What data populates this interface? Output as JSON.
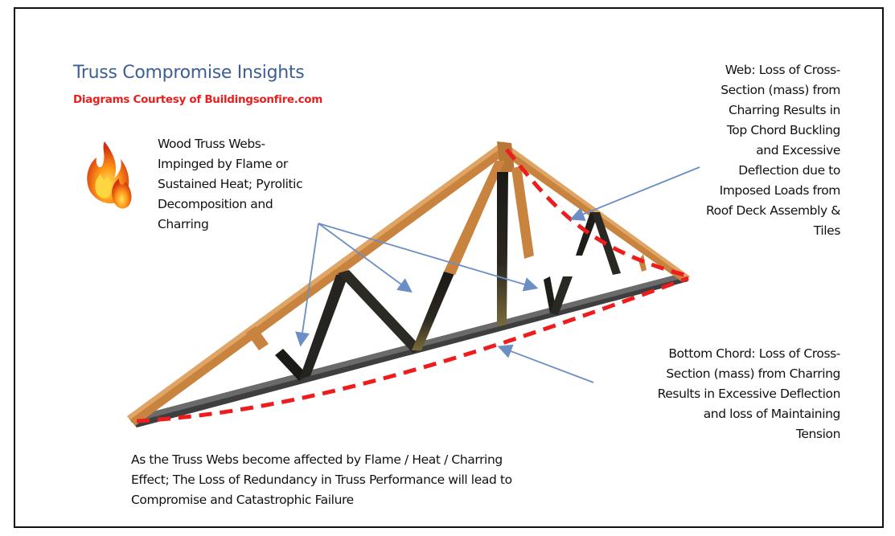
{
  "title": "Truss Compromise Insights",
  "subtitle": "Diagrams Courtesy of Buildingsonfire.com",
  "callouts": {
    "webs": {
      "lines": [
        "Wood Truss Webs-",
        "Impinged by Flame or",
        "Sustained Heat; Pyrolitic",
        "Decomposition and",
        "Charring"
      ]
    },
    "web_loss": {
      "lines": [
        "Web: Loss of Cross-",
        "Section (mass) from",
        "Charring Results in",
        "Top Chord Buckling",
        "and Excessive",
        "Deflection due to",
        "Imposed Loads from",
        "Roof Deck Assembly &",
        "Tiles"
      ]
    },
    "bottom_chord": {
      "lines": [
        "Bottom Chord: Loss of Cross-",
        "Section (mass) from Charring",
        "Results in Excessive Deflection",
        "and loss of Maintaining",
        "Tension"
      ]
    }
  },
  "footer": {
    "lines": [
      "As the Truss Webs become affected by Flame / Heat / Charring",
      "Effect; The Loss of Redundancy in Truss Performance will lead to",
      "Compromise and Catastrophic Failure"
    ]
  },
  "colors": {
    "title": "#3d5f95",
    "subtitle": "#e5201f",
    "timber": "#c8843f",
    "charred": "#1e1d19",
    "bottom_chord": "#4a4a4a",
    "deflection": "#ee1c1c",
    "arrow": "#6b8fc4"
  },
  "icons": {
    "flame": "flame-icon"
  }
}
